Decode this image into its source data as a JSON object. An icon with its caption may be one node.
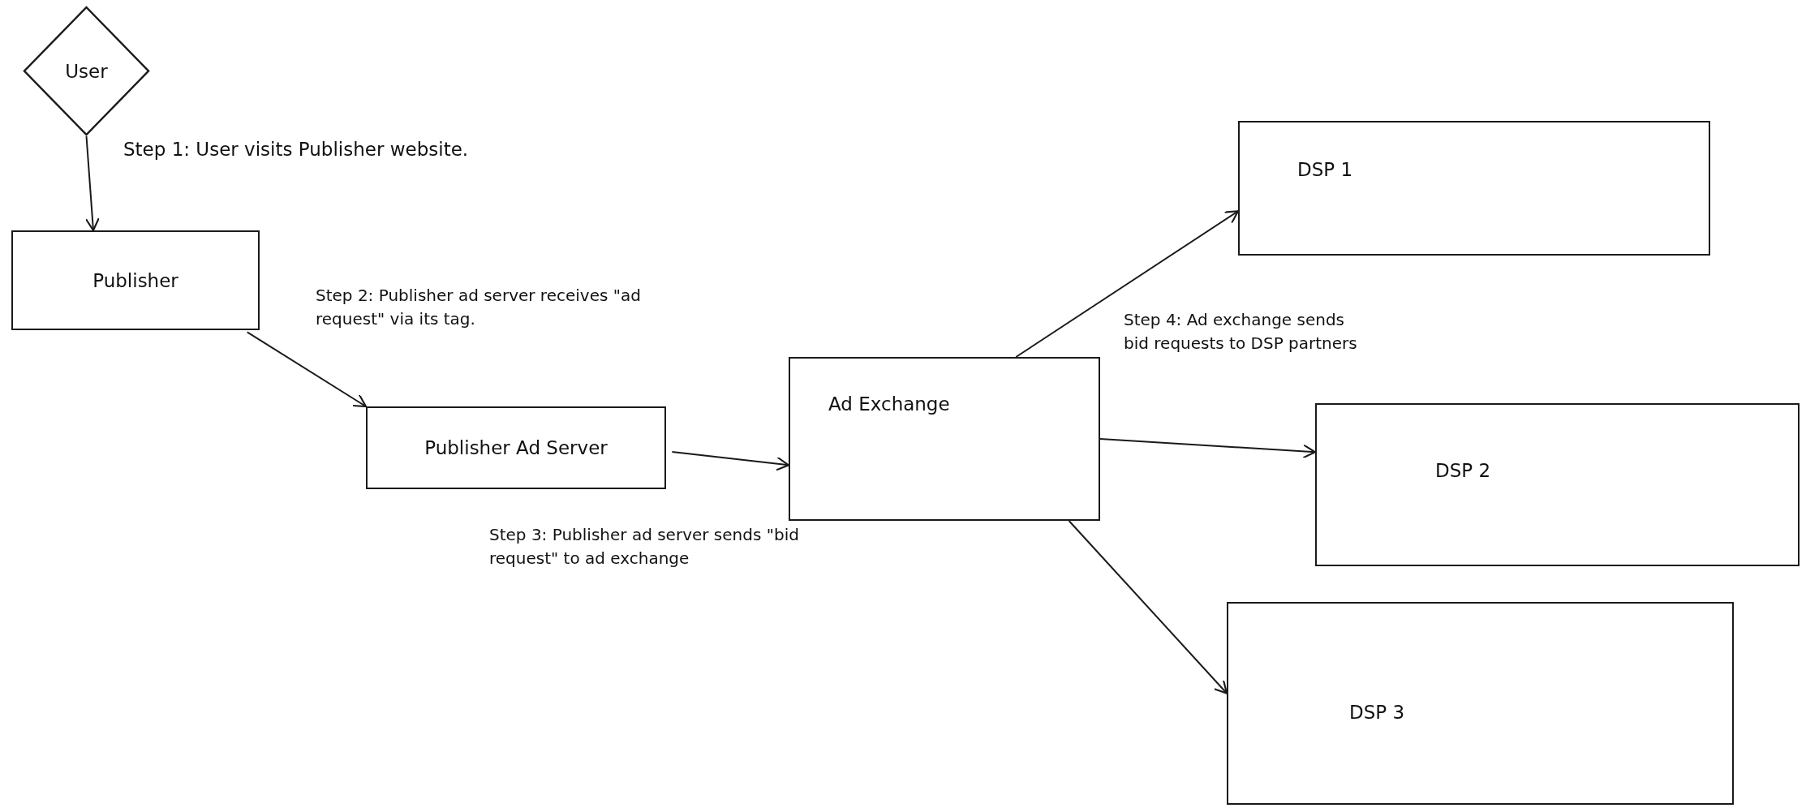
{
  "diagram": {
    "nodes": [
      {
        "text": [
          "User"
        ]
      },
      {
        "text": [
          "Publisher"
        ]
      },
      {
        "text": [
          "Publisher Ad Server"
        ]
      },
      {
        "text": [
          "Ad Exchange"
        ]
      },
      {
        "text": [
          "DSP 1"
        ]
      },
      {
        "text": [
          "DSP 2"
        ]
      },
      {
        "text": [
          "DSP 3"
        ]
      }
    ],
    "edges": [
      {
        "from": 0,
        "to": 1,
        "arrow": "to",
        "label": "Step 1: User visits Publisher website."
      },
      {
        "from": 1,
        "to": 2,
        "arrow": "to",
        "label": "Step 2: Publisher ad server receives \"ad request\" via its tag."
      },
      {
        "from": 2,
        "to": 3,
        "arrow": "to",
        "label": "Step 3: Publisher ad server sends \"bid request\" to ad exchange"
      },
      {
        "from": 3,
        "to": 4,
        "arrow": "to"
      },
      {
        "from": 3,
        "to": 5,
        "arrow": "to"
      },
      {
        "from": 3,
        "to": 6,
        "arrow": "to"
      }
    ],
    "labels": [
      "Step 4: Ad exchange sends bid requests to DSP partners"
    ]
  }
}
